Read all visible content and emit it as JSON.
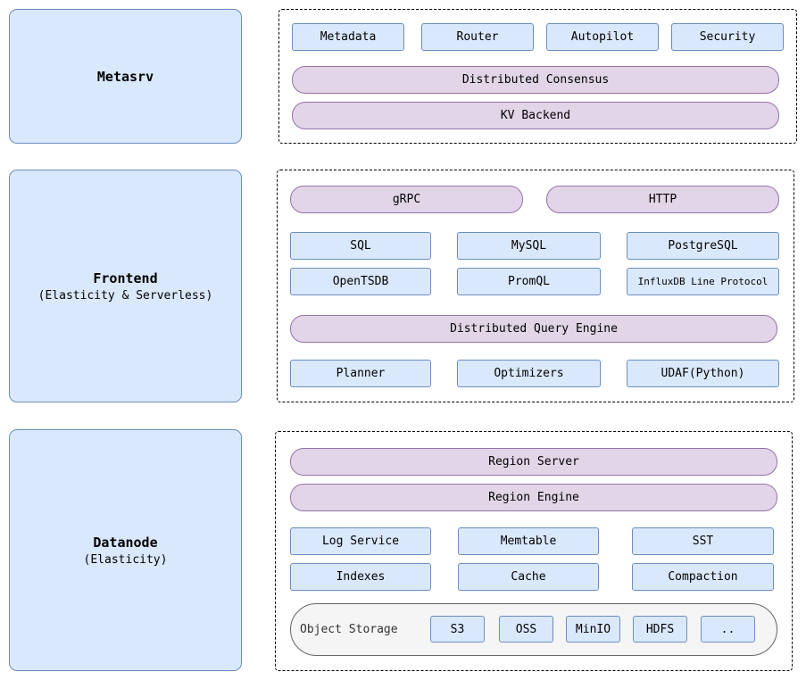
{
  "metasrv": {
    "title": "Metasrv",
    "modules": [
      "Metadata",
      "Router",
      "Autopilot",
      "Security"
    ],
    "consensus": "Distributed Consensus",
    "kv_backend": "KV Backend"
  },
  "frontend": {
    "title": "Frontend",
    "subtitle": "(Elasticity & Serverless)",
    "protocols": [
      "gRPC",
      "HTTP"
    ],
    "query_languages": [
      "SQL",
      "MySQL",
      "PostgreSQL",
      "OpenTSDB",
      "PromQL",
      "InfluxDB Line Protocol"
    ],
    "query_engine": "Distributed Query Engine",
    "engine_parts": [
      "Planner",
      "Optimizers",
      "UDAF(Python)"
    ]
  },
  "datanode": {
    "title": "Datanode",
    "subtitle": "(Elasticity)",
    "region_server": "Region Server",
    "region_engine": "Region Engine",
    "components": [
      "Log Service",
      "Memtable",
      "SST",
      "Indexes",
      "Cache",
      "Compaction"
    ],
    "object_storage": {
      "label": "Object Storage",
      "backends": [
        "S3",
        "OSS",
        "MinIO",
        "HDFS",
        ".."
      ]
    }
  },
  "colors": {
    "blue_fill": "#dae8fc",
    "blue_stroke": "#6c8ebf",
    "purple_fill": "#e1d5e7",
    "purple_stroke": "#9673a6",
    "storage_fill": "#f5f5f5"
  }
}
